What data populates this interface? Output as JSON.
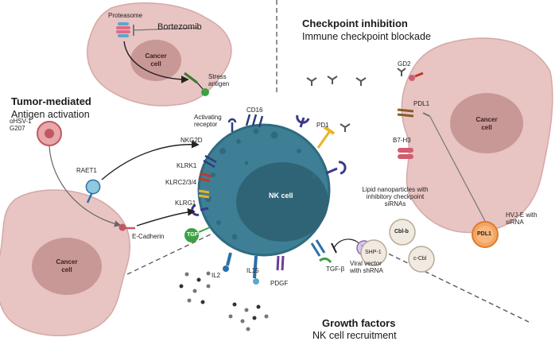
{
  "sections": {
    "checkpoint": {
      "title": "Checkpoint inhibition",
      "subtitle": "Immune checkpoint blockade"
    },
    "tumor": {
      "title": "Tumor-mediated",
      "subtitle": "Antigen activation"
    },
    "growth": {
      "title": "Growth factors",
      "subtitle": "NK cell recruitment"
    }
  },
  "cells": {
    "nk": "NK cell",
    "cancer": "Cancer\ncell"
  },
  "labels": {
    "proteasome": "Proteasome",
    "bortezomib": "Bortezomib",
    "stress_antigen": "Stress\nantigen",
    "activating_receptor": "Activating\nreceptor",
    "cd16": "CD16",
    "nkg2d": "NKG2D",
    "raet1": "RAET1",
    "klrk1": "KLRK1",
    "klrc": "KLRC2/3/4",
    "klrg1": "KLRG1",
    "ecadherin": "E-Cadherin",
    "ohsv": "oHSV-1\nG207",
    "pd1": "PD1",
    "gd2": "GD2",
    "pdl1": "PDL1",
    "b7h3": "B7-H3",
    "lnp": "Lipid nanoparticles with\ninhibitory checkpoint\nsiRNAs",
    "cblb": "Cbl-b",
    "shp1": "SHP-1",
    "ccbl": "c-Cbl",
    "hvj": "HVJ-E with\nsiRNA",
    "pdl1_virus": "PDL1",
    "il2": "IL2",
    "il15": "IL15",
    "pdgf": "PDGF",
    "tgfb": "TGF-β",
    "viral_vector": "Viral vector\nwith shRNA",
    "tgf_badge": "TGF"
  },
  "colors": {
    "cancer_cell": "#e8c4c2",
    "cancer_nucleus": "#c89896",
    "nk_cell": "#3f7f95",
    "nk_nucleus": "#2f6477",
    "divider": "#555555"
  }
}
